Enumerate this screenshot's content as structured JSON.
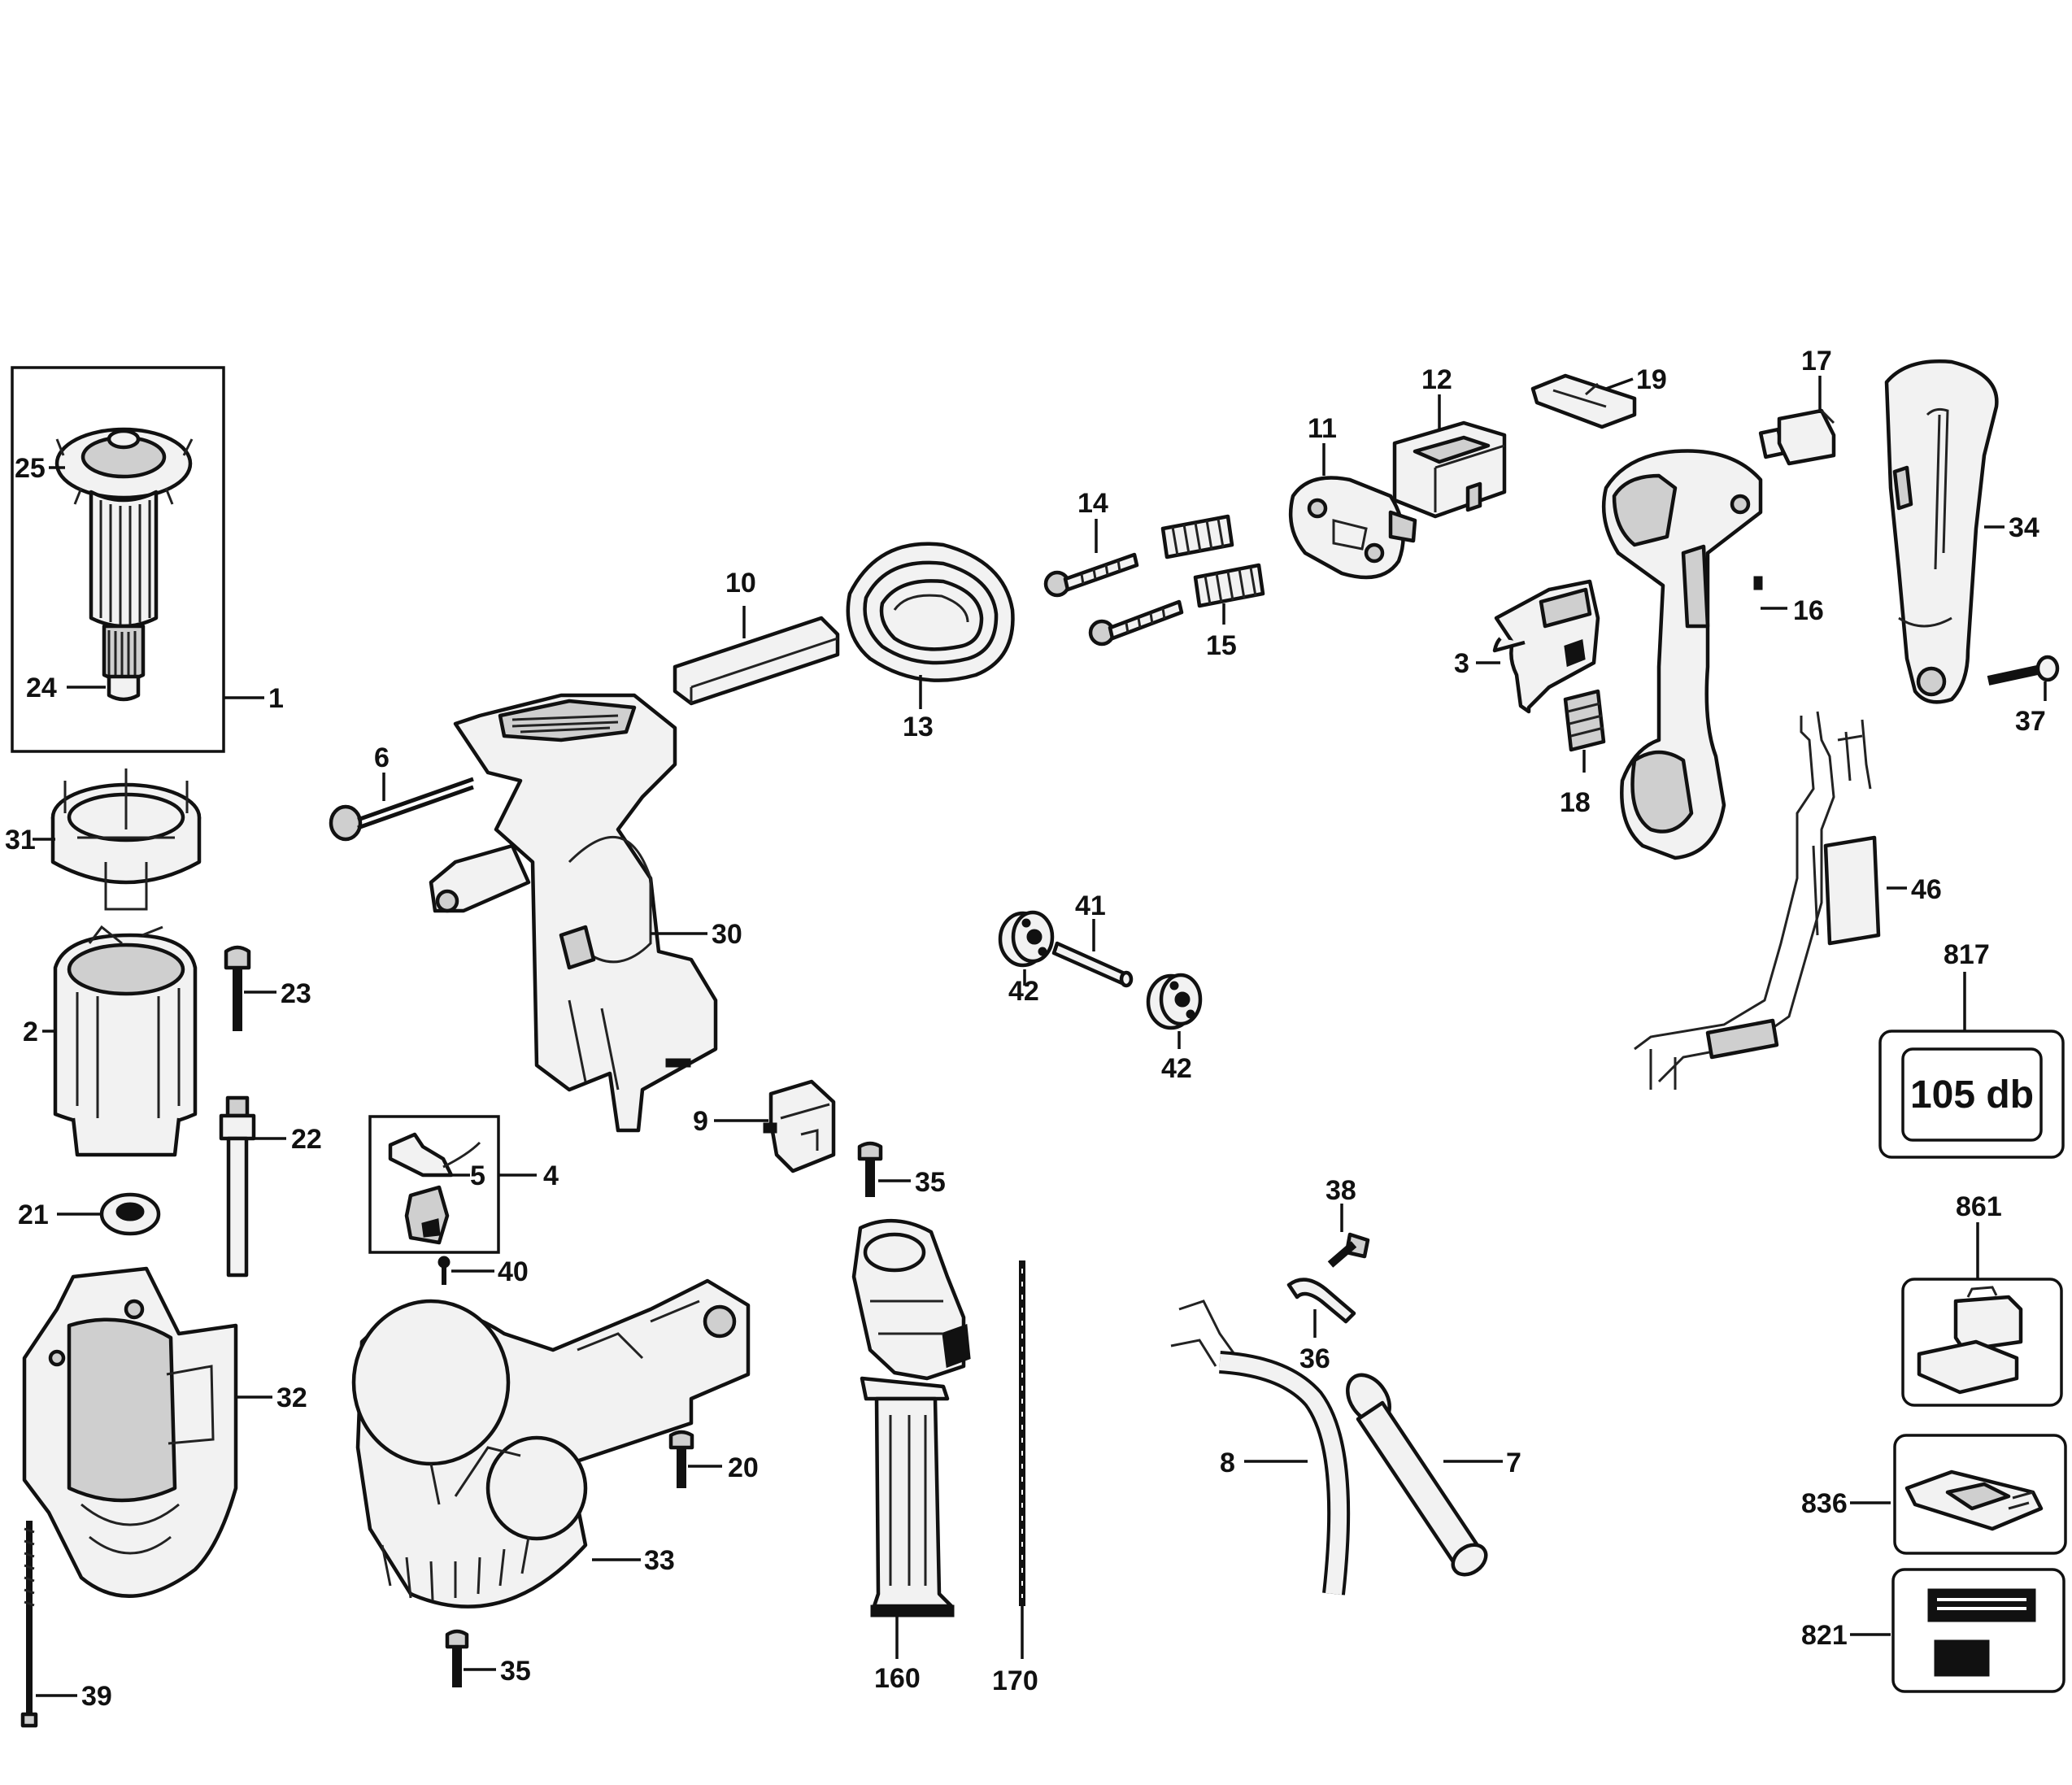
{
  "diagram": {
    "labels": [
      {
        "id": "1",
        "text": "1"
      },
      {
        "id": "2",
        "text": "2"
      },
      {
        "id": "3",
        "text": "3"
      },
      {
        "id": "4",
        "text": "4"
      },
      {
        "id": "5",
        "text": "5"
      },
      {
        "id": "6",
        "text": "6"
      },
      {
        "id": "7",
        "text": "7"
      },
      {
        "id": "8",
        "text": "8"
      },
      {
        "id": "9",
        "text": "9"
      },
      {
        "id": "10",
        "text": "10"
      },
      {
        "id": "11",
        "text": "11"
      },
      {
        "id": "12",
        "text": "12"
      },
      {
        "id": "13",
        "text": "13"
      },
      {
        "id": "14",
        "text": "14"
      },
      {
        "id": "15",
        "text": "15"
      },
      {
        "id": "16",
        "text": "16"
      },
      {
        "id": "17",
        "text": "17"
      },
      {
        "id": "18",
        "text": "18"
      },
      {
        "id": "19",
        "text": "19"
      },
      {
        "id": "20",
        "text": "20"
      },
      {
        "id": "21",
        "text": "21"
      },
      {
        "id": "22",
        "text": "22"
      },
      {
        "id": "23",
        "text": "23"
      },
      {
        "id": "24",
        "text": "24"
      },
      {
        "id": "25",
        "text": "25"
      },
      {
        "id": "30",
        "text": "30"
      },
      {
        "id": "31",
        "text": "31"
      },
      {
        "id": "32",
        "text": "32"
      },
      {
        "id": "33",
        "text": "33"
      },
      {
        "id": "34",
        "text": "34"
      },
      {
        "id": "35a",
        "text": "35"
      },
      {
        "id": "35b",
        "text": "35"
      },
      {
        "id": "36",
        "text": "36"
      },
      {
        "id": "37",
        "text": "37"
      },
      {
        "id": "38",
        "text": "38"
      },
      {
        "id": "39",
        "text": "39"
      },
      {
        "id": "40",
        "text": "40"
      },
      {
        "id": "41",
        "text": "41"
      },
      {
        "id": "42a",
        "text": "42"
      },
      {
        "id": "42b",
        "text": "42"
      },
      {
        "id": "46",
        "text": "46"
      },
      {
        "id": "160",
        "text": "160"
      },
      {
        "id": "170",
        "text": "170"
      },
      {
        "id": "817",
        "text": "817"
      },
      {
        "id": "821",
        "text": "821"
      },
      {
        "id": "836",
        "text": "836"
      },
      {
        "id": "861",
        "text": "861"
      }
    ],
    "plate_text": "105 db"
  }
}
